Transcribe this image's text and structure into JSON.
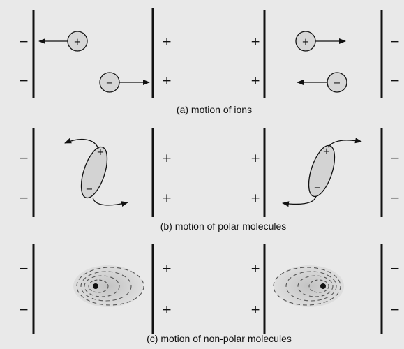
{
  "panels": [
    {
      "id": "ions",
      "caption": "(a) motion of ions",
      "left_plate_signs": [
        "−",
        "−"
      ],
      "middle_left_plate_signs": [
        "+",
        "+"
      ],
      "middle_right_plate_signs": [
        "+",
        "+"
      ],
      "right_plate_signs": [
        "−",
        "−"
      ],
      "left_positive_ion_label": "+",
      "left_negative_ion_label": "−",
      "right_positive_ion_label": "+",
      "right_negative_ion_label": "−"
    },
    {
      "id": "polar",
      "caption": "(b) motion of polar molecules",
      "left_plate_signs": [
        "−",
        "−"
      ],
      "middle_left_plate_signs": [
        "+",
        "+"
      ],
      "middle_right_plate_signs": [
        "+",
        "+"
      ],
      "right_plate_signs": [
        "−",
        "−"
      ],
      "dipole_positive_label": "+",
      "dipole_negative_label": "−"
    },
    {
      "id": "nonpolar",
      "caption": "(c) motion of non-polar molecules",
      "left_plate_signs": [
        "−",
        "−"
      ],
      "middle_left_plate_signs": [
        "+",
        "+"
      ],
      "middle_right_plate_signs": [
        "+",
        "+"
      ],
      "right_plate_signs": [
        "−",
        "−"
      ]
    }
  ],
  "colors": {
    "background": "#e9e9e9",
    "ink": "#111111",
    "ion_fill": "#d6d6d6",
    "dipole_fill": "#d3d3d3",
    "cloud_fill": "#d0d0d0",
    "cloud_line": "#666666"
  }
}
